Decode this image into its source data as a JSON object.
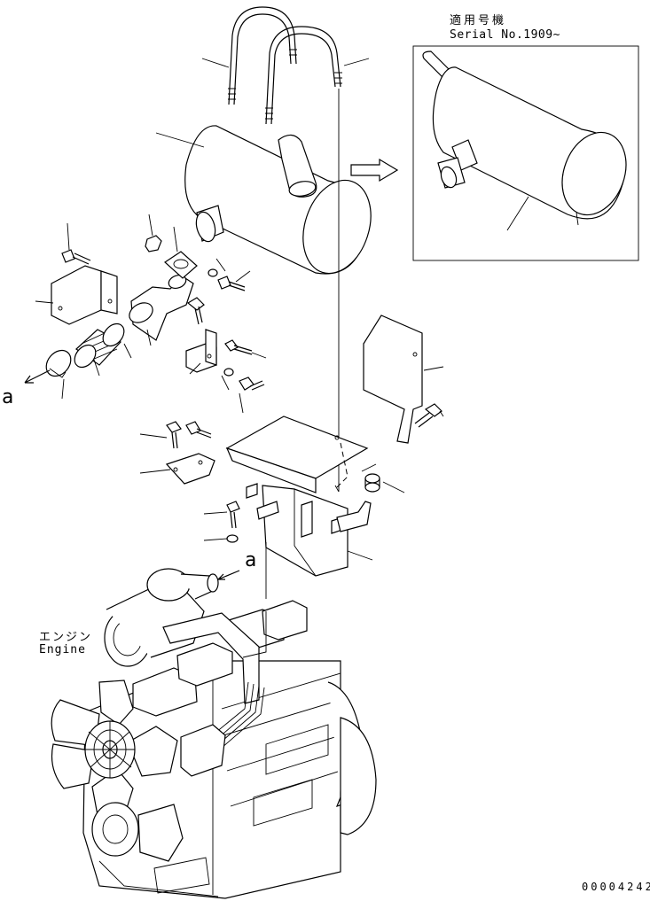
{
  "header": {
    "serial_jp": "適用号機",
    "serial_en": "Serial No.1909~"
  },
  "labels": {
    "engine_jp": "エンジン",
    "engine_en": "Engine",
    "view_a1": "a",
    "view_a2": "a"
  },
  "footer": {
    "drawing_number": "00004242"
  },
  "colors": {
    "line": "#000000",
    "background": "#ffffff"
  }
}
